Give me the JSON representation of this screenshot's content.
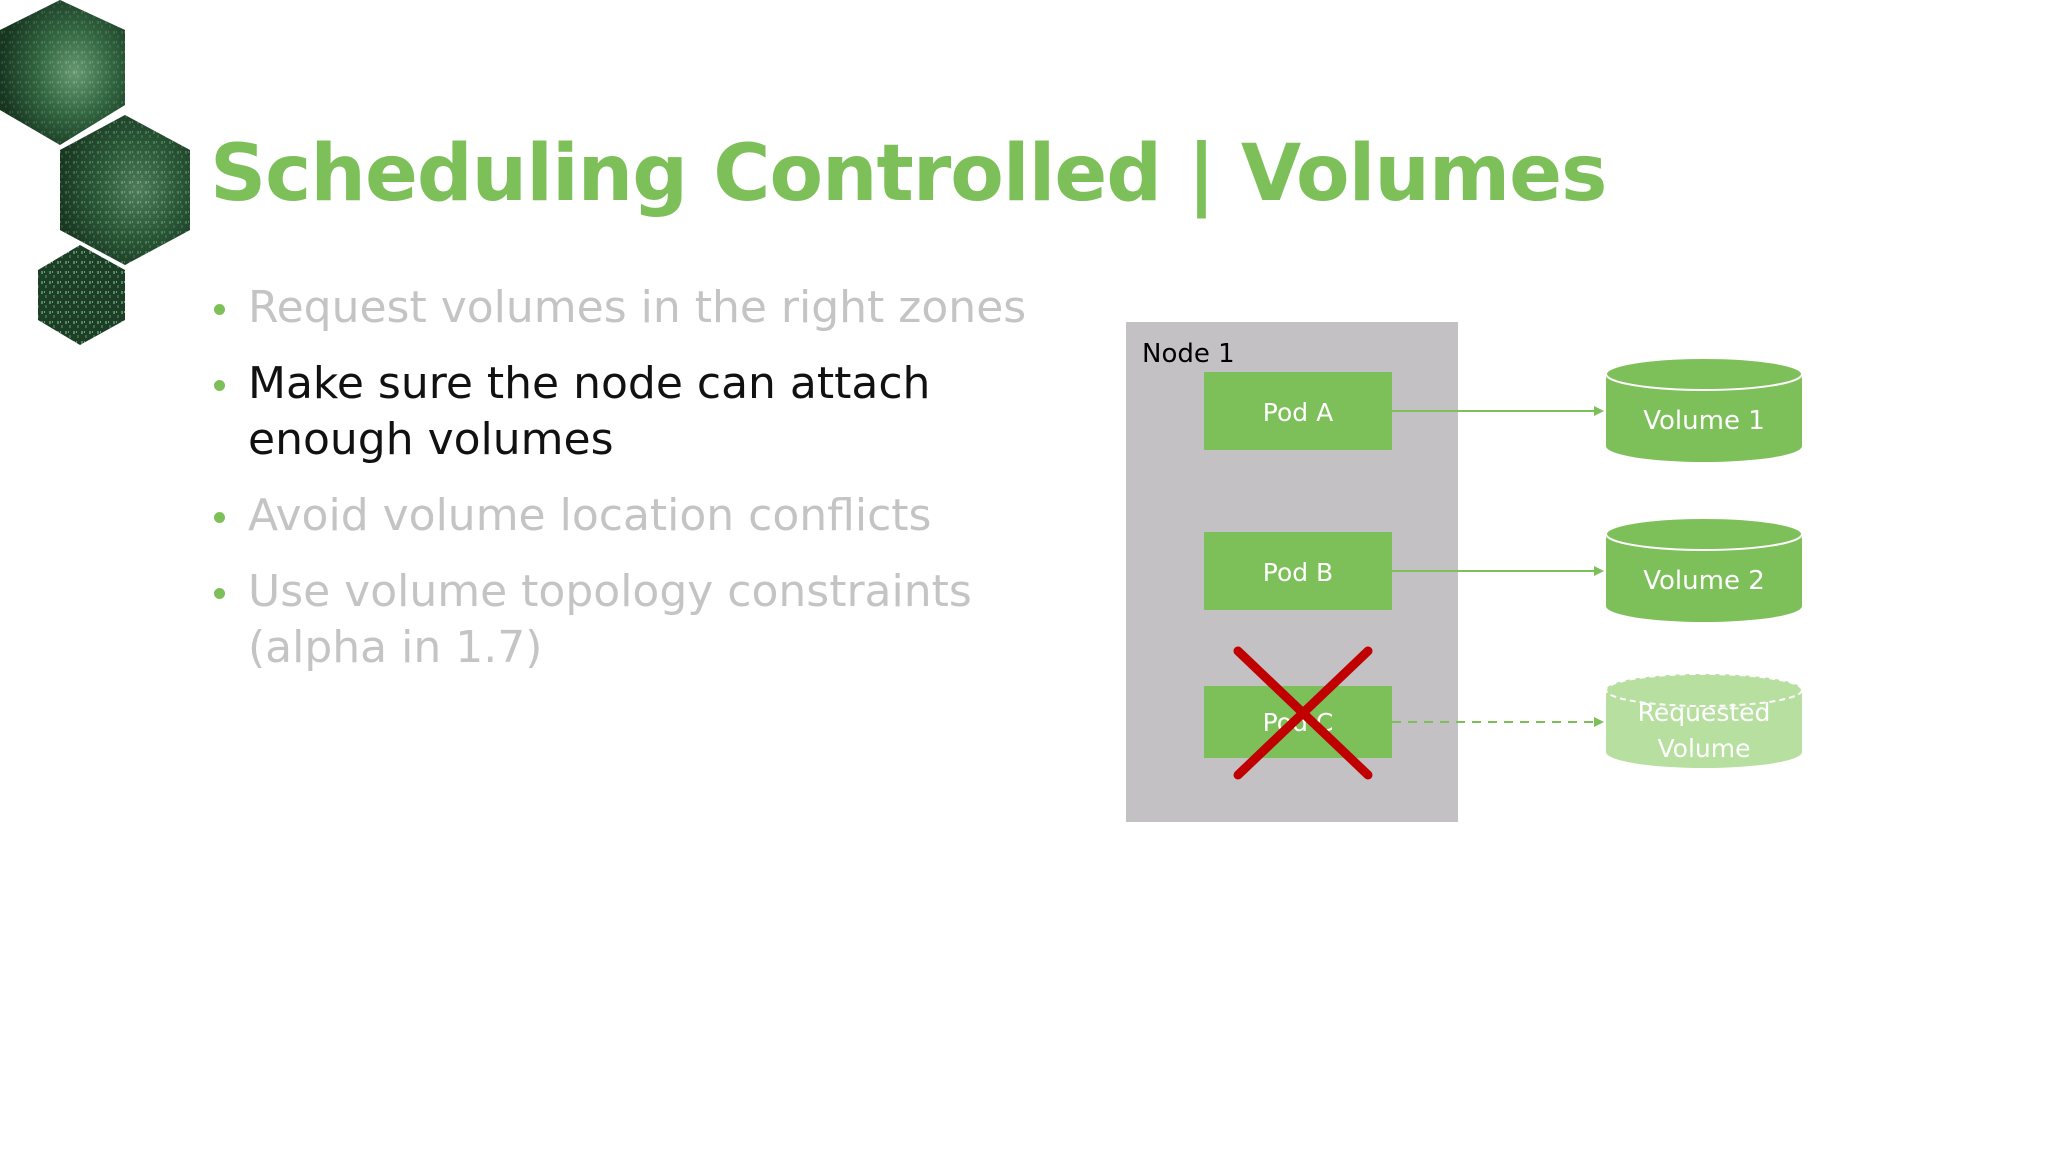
{
  "slide": {
    "title": "Scheduling Controlled | Volumes",
    "bullets": [
      {
        "text": "Request volumes in the right zones",
        "highlighted": false
      },
      {
        "text": "Make sure the node can attach enough volumes",
        "highlighted": true
      },
      {
        "text": "Avoid volume location conflicts",
        "highlighted": false
      },
      {
        "text": "Use volume topology constraints (alpha in 1.7)",
        "highlighted": false
      }
    ]
  },
  "diagram": {
    "node_label": "Node 1",
    "pods": [
      {
        "label": "Pod A",
        "blocked": false
      },
      {
        "label": "Pod B",
        "blocked": false
      },
      {
        "label": "Pod C",
        "blocked": true
      }
    ],
    "volumes": [
      {
        "label": "Volume 1",
        "requested": false
      },
      {
        "label": "Volume 2",
        "requested": false
      },
      {
        "label_line1": "Requested",
        "label_line2": "Volume",
        "requested": true
      }
    ]
  },
  "colors": {
    "accent_green": "#7dc05a",
    "pod_green": "#7dc05a",
    "node_gray": "#c3c1c4",
    "blocked_red": "#c00000",
    "faded_green": "#b7dfa0"
  },
  "icons": [
    "hexagon-logo-icon",
    "arrow-right-icon",
    "cross-icon"
  ]
}
